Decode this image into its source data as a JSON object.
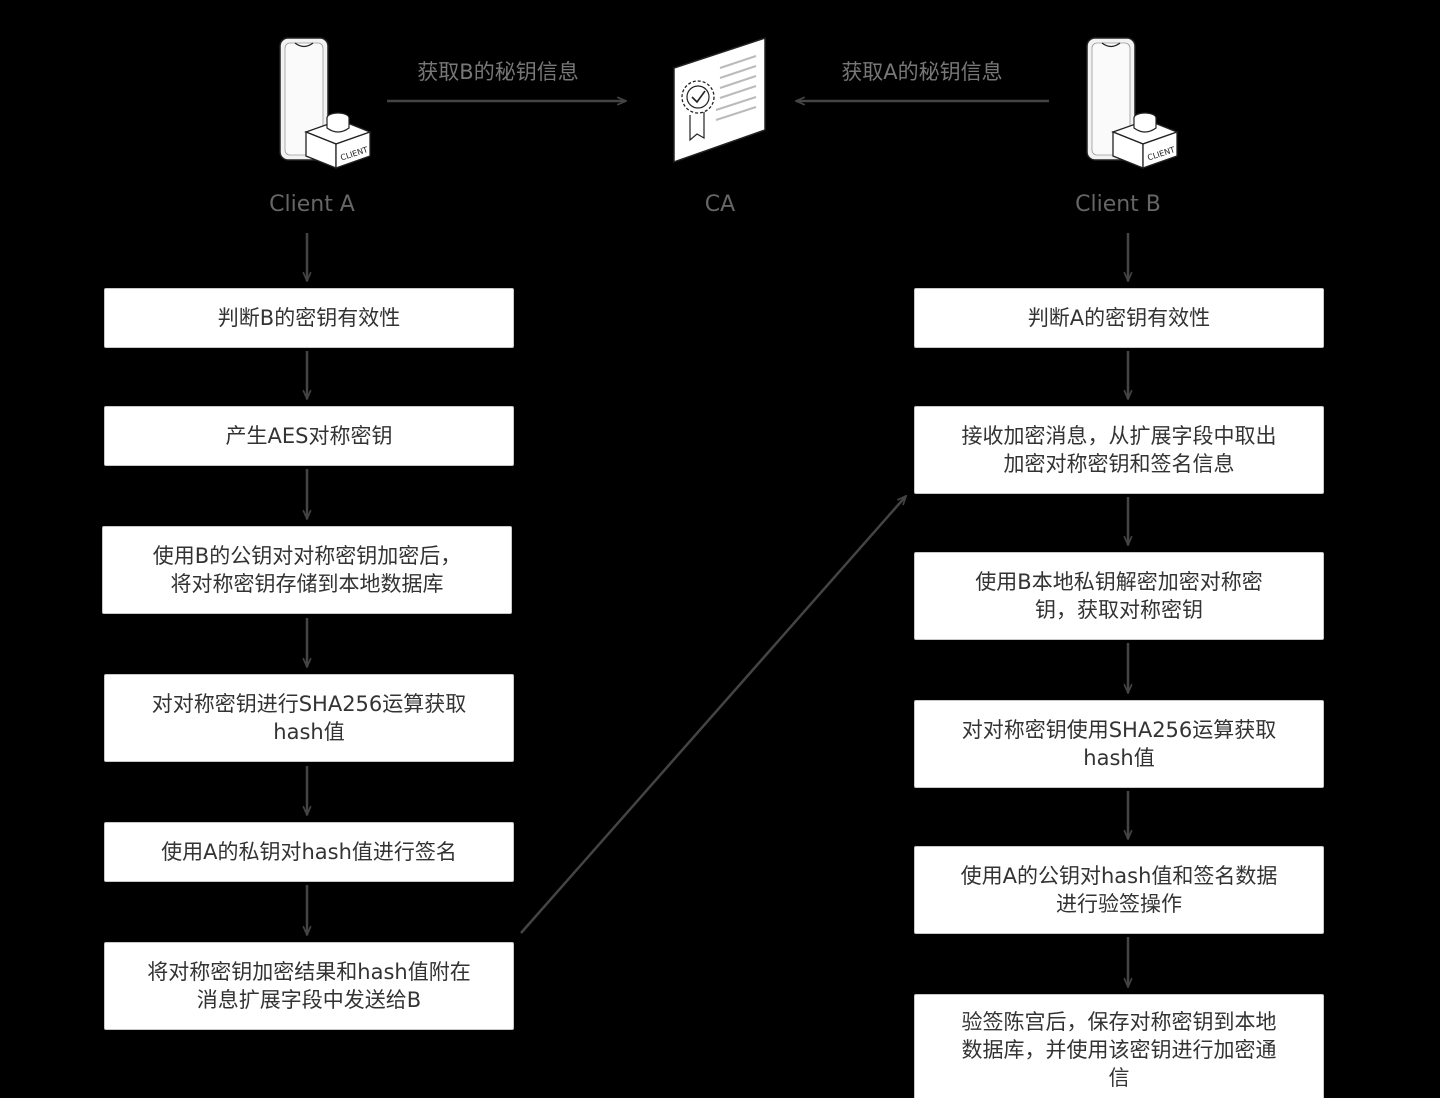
{
  "nodes": {
    "client_a": {
      "label": "Client A"
    },
    "ca": {
      "label": "CA"
    },
    "client_b": {
      "label": "Client B"
    }
  },
  "edge_labels": {
    "a_to_ca": "获取B的秘钥信息",
    "b_to_ca": "获取A的秘钥信息"
  },
  "icons": {
    "phone_badge_text": "CLIENT"
  },
  "left_steps": [
    "判断B的密钥有效性",
    "产生AES对称密钥",
    "使用B的公钥对对称密钥加密后，\n将对称密钥存储到本地数据库",
    "对对称密钥进行SHA256运算获取\nhash值",
    "使用A的私钥对hash值进行签名",
    "将对称密钥加密结果和hash值附在\n消息扩展字段中发送给B"
  ],
  "right_steps": [
    "判断A的密钥有效性",
    "接收加密消息，从扩展字段中取出\n加密对称密钥和签名信息",
    "使用B本地私钥解密加密对称密\n钥，获取对称密钥",
    "对对称密钥使用SHA256运算获取\nhash值",
    "使用A的公钥对hash值和签名数据\n进行验签操作",
    "验签陈宫后，保存对称密钥到本地\n数据库，并使用该密钥进行加密通\n信"
  ],
  "colors": {
    "background": "#000000",
    "box_fill": "#ffffff",
    "box_border": "#c8c8c8",
    "arrow": "#444444",
    "text": "#333333",
    "node_label": "#666666"
  }
}
